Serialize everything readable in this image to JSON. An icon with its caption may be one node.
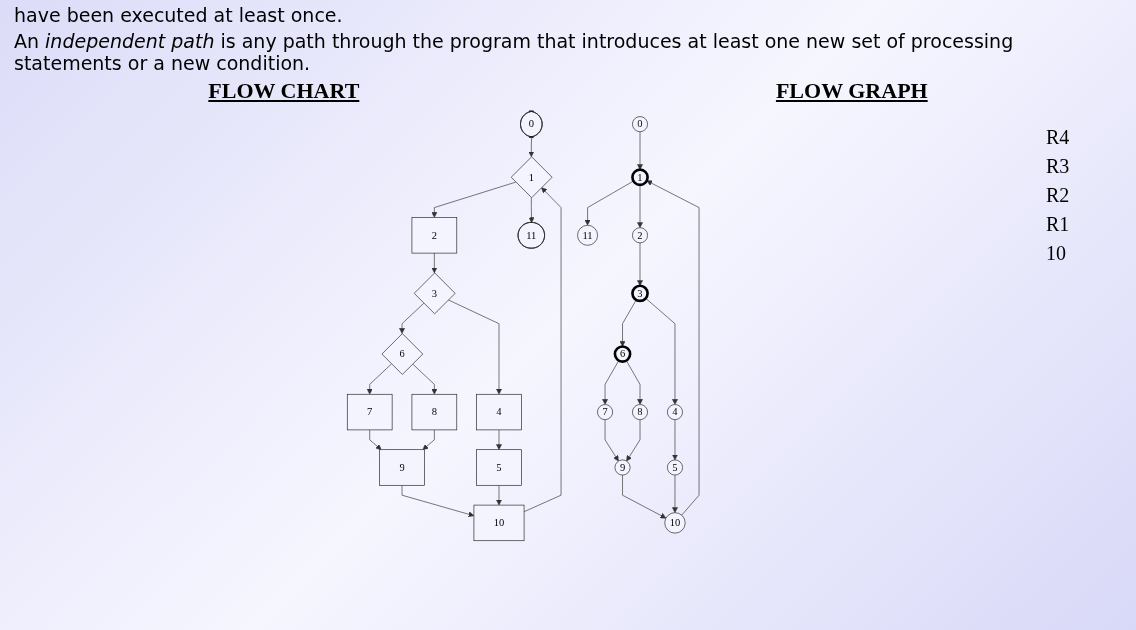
{
  "diagram": {
    "nodes": [
      {
        "text": [
          "0"
        ]
      },
      {
        "text": [
          "1"
        ]
      },
      {
        "text": [
          "2"
        ]
      },
      {
        "text": [
          "3"
        ]
      },
      {
        "text": [
          "4"
        ]
      },
      {
        "text": [
          "5"
        ]
      },
      {
        "text": [
          "6"
        ]
      },
      {
        "text": [
          "7"
        ]
      },
      {
        "text": [
          "8"
        ]
      },
      {
        "text": [
          "9"
        ]
      },
      {
        "text": [
          "10"
        ]
      },
      {
        "text": [
          "11"
        ]
      },
      {
        "text": [
          "0"
        ]
      },
      {
        "text": [
          "1"
        ]
      },
      {
        "text": [
          "2"
        ]
      },
      {
        "text": [
          "3"
        ]
      },
      {
        "text": [
          "4"
        ]
      },
      {
        "text": [
          "5"
        ]
      },
      {
        "text": [
          "6"
        ]
      },
      {
        "text": [
          "7"
        ]
      },
      {
        "text": [
          "8"
        ]
      },
      {
        "text": [
          "9"
        ]
      },
      {
        "text": [
          "10"
        ]
      },
      {
        "text": [
          "11"
        ]
      }
    ],
    "edges": [
      {
        "from": 0,
        "to": 1,
        "arrow": "to"
      },
      {
        "from": 1,
        "to": 11,
        "arrow": "to"
      },
      {
        "from": 1,
        "to": 2,
        "arrow": "to"
      },
      {
        "from": 2,
        "to": 3,
        "arrow": "to"
      },
      {
        "from": 3,
        "to": 6,
        "arrow": "to"
      },
      {
        "from": 3,
        "to": 4,
        "arrow": "to"
      },
      {
        "from": 6,
        "to": 7,
        "arrow": "to"
      },
      {
        "from": 6,
        "to": 8,
        "arrow": "to"
      },
      {
        "from": 4,
        "to": 5,
        "arrow": "to"
      },
      {
        "from": 7,
        "to": 9,
        "arrow": "to"
      },
      {
        "from": 8,
        "to": 9,
        "arrow": "to"
      },
      {
        "from": 9,
        "to": 10,
        "arrow": "to"
      },
      {
        "from": 5,
        "to": 10,
        "arrow": "to"
      },
      {
        "from": 10,
        "to": 1,
        "arrow": "to"
      },
      {
        "from": 12,
        "to": 13,
        "arrow": "to"
      },
      {
        "from": 13,
        "to": 23,
        "arrow": "to"
      },
      {
        "from": 13,
        "to": 14,
        "arrow": "to"
      },
      {
        "from": 14,
        "to": 15,
        "arrow": "to"
      },
      {
        "from": 15,
        "to": 18,
        "arrow": "to"
      },
      {
        "from": 15,
        "to": 16,
        "arrow": "to"
      },
      {
        "from": 18,
        "to": 19,
        "arrow": "to"
      },
      {
        "from": 18,
        "to": 20,
        "arrow": "to"
      },
      {
        "from": 16,
        "to": 17,
        "arrow": "to"
      },
      {
        "from": 19,
        "to": 21,
        "arrow": "to"
      },
      {
        "from": 20,
        "to": 21,
        "arrow": "to"
      },
      {
        "from": 21,
        "to": 22,
        "arrow": "to"
      },
      {
        "from": 17,
        "to": 22,
        "arrow": "to"
      },
      {
        "from": 22,
        "to": 13,
        "arrow": "to"
      }
    ],
    "labels": [
      "have been executed at least once.",
      "FLOW CHART",
      "FLOW GRAPH",
      "An *independent path* is any path through the program that introduces at least one new set of processing statements or a new condition.",
      "R4",
      "R3",
      "R2",
      "R1",
      "10"
    ]
  }
}
